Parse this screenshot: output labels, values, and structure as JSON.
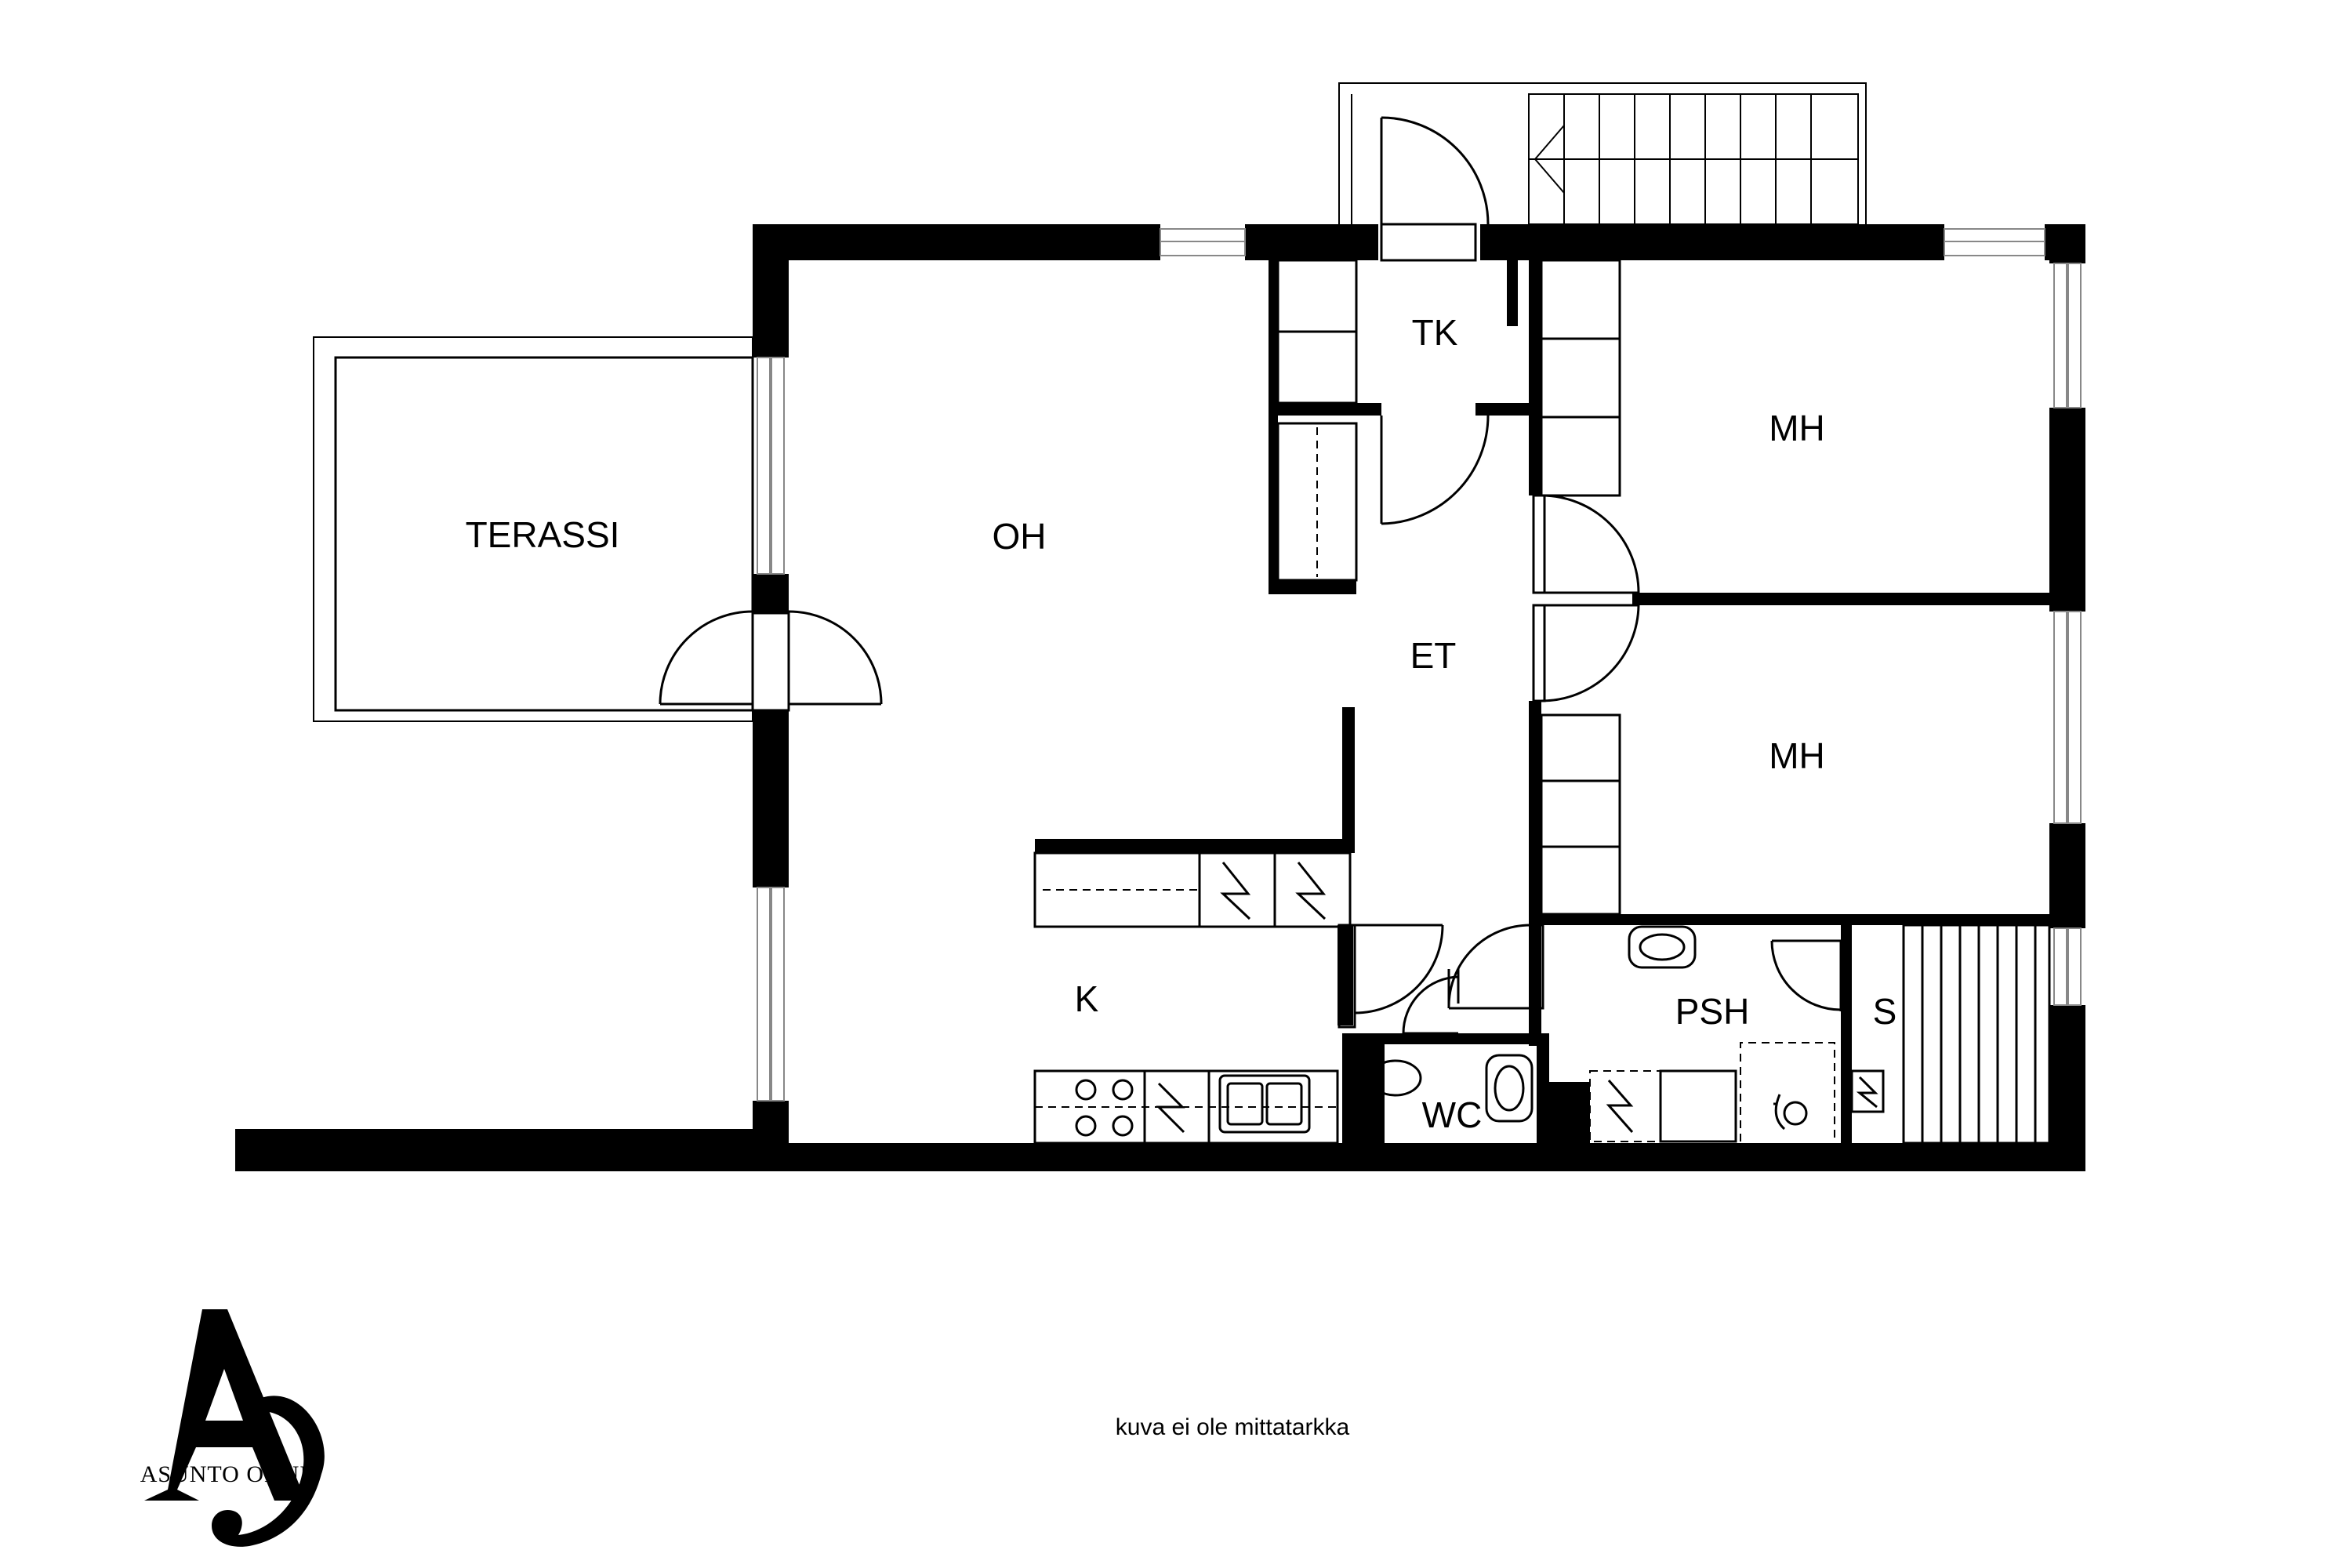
{
  "rooms": {
    "terassi": "TERASSI",
    "oh": "OH",
    "tk": "TK",
    "mh1": "MH",
    "mh2": "MH",
    "et": "ET",
    "k": "K",
    "wc": "WC",
    "psh": "PSH",
    "s": "S"
  },
  "caption": "kuva ei ole mittatarkka",
  "logo": {
    "text": "ASUNTO ONNI",
    "icon": "ao-monogram-icon"
  },
  "icons": {
    "door": "door-swing-icon",
    "stairs": "stairs-icon",
    "electric": "electric-symbol-icon",
    "toilet": "toilet-icon",
    "sink": "sink-icon",
    "stove": "stove-icon",
    "shower": "shower-icon"
  }
}
